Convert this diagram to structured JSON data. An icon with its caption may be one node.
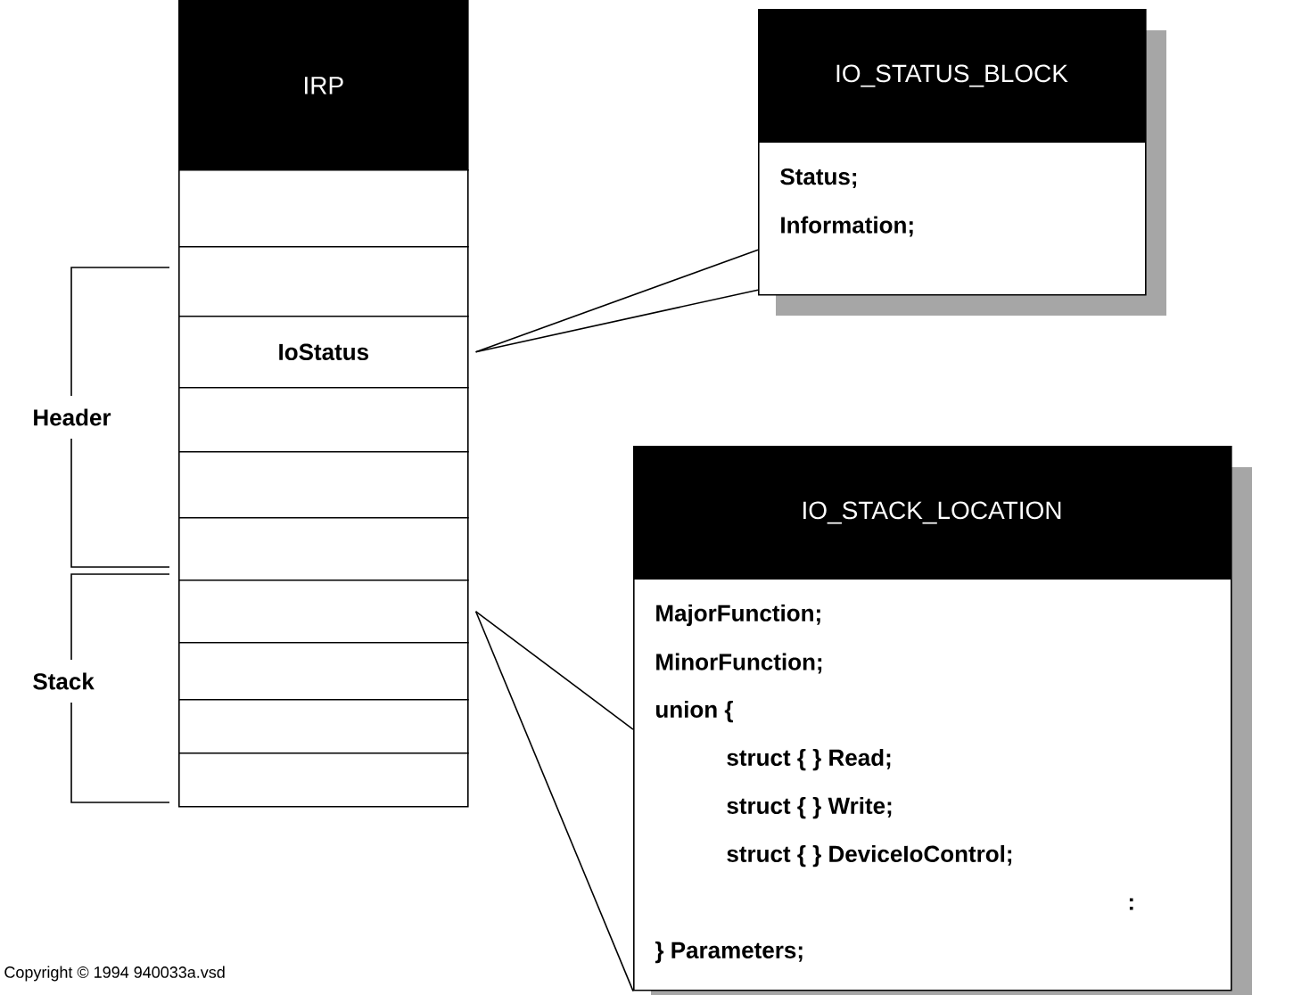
{
  "diagram": {
    "nodes": [
      {
        "text": [
          "IRP"
        ]
      },
      {
        "text": [],
        "shape": "box"
      },
      {
        "text": [],
        "shape": "box"
      },
      {
        "text": [
          "IoStatus"
        ]
      },
      {
        "text": [],
        "shape": "box"
      },
      {
        "text": [],
        "shape": "box"
      },
      {
        "text": [],
        "shape": "box"
      },
      {
        "text": [],
        "shape": "box"
      },
      {
        "text": [],
        "shape": "box"
      },
      {
        "text": [],
        "shape": "box"
      },
      {
        "text": [],
        "shape": "box"
      },
      {
        "text": [
          "IO_STATUS_BLOCK",
          "Status;",
          "Information;"
        ]
      },
      {
        "text": [
          "IO_STACK_LOCATION",
          "MajorFunction;",
          "MinorFunction;",
          "union {",
          "struct { } Read;",
          "struct { } Write;",
          "struct { } DeviceIoControl;",
          ":",
          "} Parameters;"
        ]
      }
    ],
    "edges": [
      {
        "from": 3,
        "to": 11,
        "arrow": "none"
      },
      {
        "from": 3,
        "to": 11,
        "arrow": "none"
      },
      {
        "from": 7,
        "to": 12,
        "arrow": "none"
      },
      {
        "from": 7,
        "to": 12,
        "arrow": "none"
      }
    ],
    "labels": [
      "Header",
      "Stack",
      "Copyright © 1994 940033a.vsd"
    ]
  }
}
